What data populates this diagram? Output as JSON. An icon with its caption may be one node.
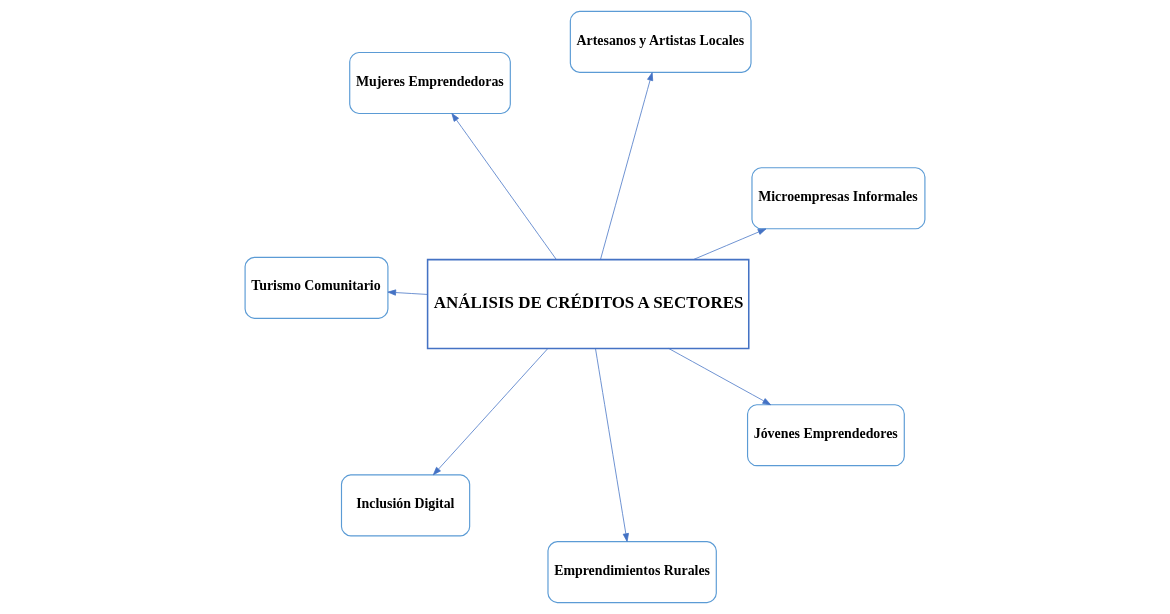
{
  "diagram": {
    "nodes": [
      {
        "text": [
          "Turismo Comunitario"
        ]
      },
      {
        "text": [
          "Microempresas Informales"
        ]
      },
      {
        "text": [
          "Emprendimientos Rurales"
        ]
      },
      {
        "text": [
          "Artesanos y Artistas Locales"
        ]
      },
      {
        "text": [
          "ANÁLISIS DE CRÉDITOS A SECTORES"
        ]
      },
      {
        "text": [
          "Mujeres Emprendedoras"
        ]
      },
      {
        "text": [
          "Inclusión Digital"
        ]
      },
      {
        "text": [
          "Jóvenes Emprendedores"
        ]
      }
    ],
    "edges": [
      {
        "from": 4,
        "to": 0,
        "arrow": "to"
      },
      {
        "from": 4,
        "to": 1,
        "arrow": "to"
      },
      {
        "from": 4,
        "to": 2,
        "arrow": "to"
      },
      {
        "from": 4,
        "to": 3,
        "arrow": "to"
      },
      {
        "from": 4,
        "to": 5,
        "arrow": "to"
      },
      {
        "from": 4,
        "to": 6,
        "arrow": "to"
      },
      {
        "from": 4,
        "to": 7,
        "arrow": "to"
      }
    ]
  }
}
